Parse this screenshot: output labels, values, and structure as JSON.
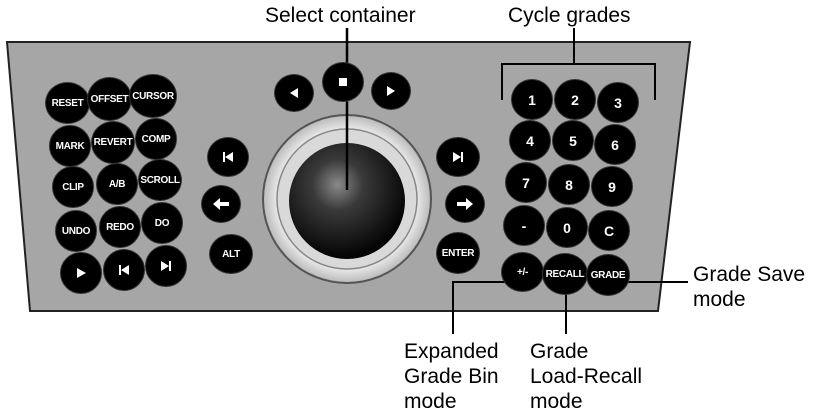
{
  "callouts": {
    "select_container": "Select container",
    "cycle_grades": "Cycle grades",
    "grade_save_mode_line1": "Grade Save",
    "grade_save_mode_line2": "mode",
    "expanded_line1": "Expanded",
    "expanded_line2": "Grade Bin",
    "expanded_line3": "mode",
    "load_recall_line1": "Grade",
    "load_recall_line2": "Load-Recall",
    "load_recall_line3": "mode"
  },
  "left_keys": {
    "reset": "RESET",
    "offset": "OFFSET",
    "cursor": "CURSOR",
    "mark": "MARK",
    "revert": "REVERT",
    "comp": "COMP",
    "clip": "CLIP",
    "ab": "A/B",
    "scroll": "SCROLL",
    "undo": "UNDO",
    "redo": "REDO",
    "do": "DO"
  },
  "center_keys": {
    "alt": "ALT",
    "enter": "ENTER"
  },
  "numpad": {
    "k1": "1",
    "k2": "2",
    "k3": "3",
    "k4": "4",
    "k5": "5",
    "k6": "6",
    "k7": "7",
    "k8": "8",
    "k9": "9",
    "minus": "-",
    "k0": "0",
    "clear": "C",
    "plus_minus": "+/-",
    "recall": "RECALL",
    "grade": "GRADE"
  },
  "icons": {
    "play": "play-icon",
    "skip_back": "skip-back-icon",
    "skip_forward": "skip-forward-icon",
    "left": "left-triangle-icon",
    "stop": "stop-icon",
    "right": "right-triangle-icon",
    "arrow_left": "arrow-left-icon",
    "arrow_right": "arrow-right-icon"
  },
  "colors": {
    "panel": "#a6a6a6",
    "button": "#000000",
    "label": "#ffffff"
  }
}
